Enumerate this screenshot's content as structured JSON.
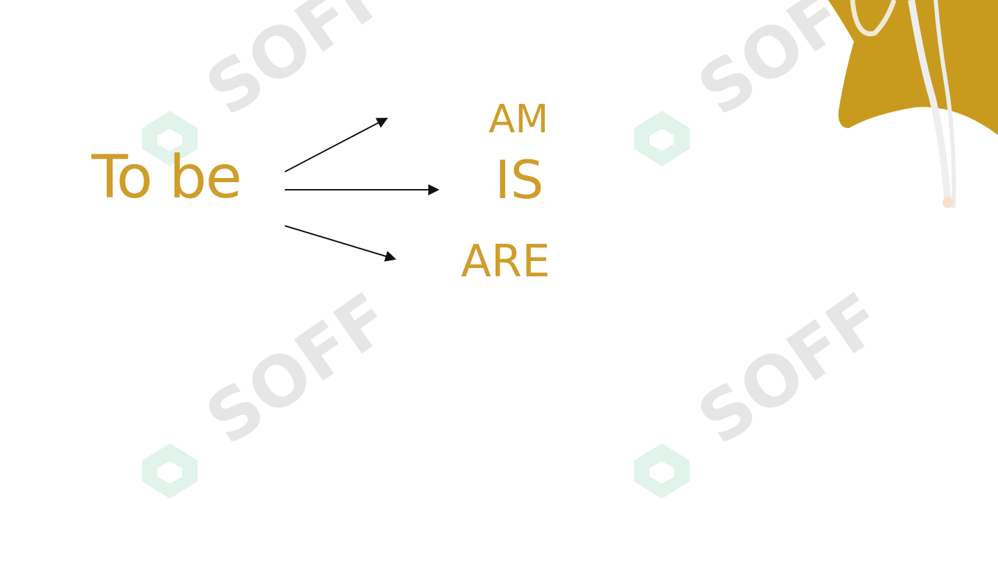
{
  "diagram": {
    "source": "To be",
    "targets": [
      "AM",
      "IS",
      "ARE"
    ]
  },
  "watermark": {
    "text": "SOFF"
  },
  "colors": {
    "accent": "#cf9d2a",
    "decor": "#c89b1e",
    "arrow": "#111111",
    "watermark_text": "#e6e6e6",
    "watermark_logo": "#e1f3ea"
  }
}
